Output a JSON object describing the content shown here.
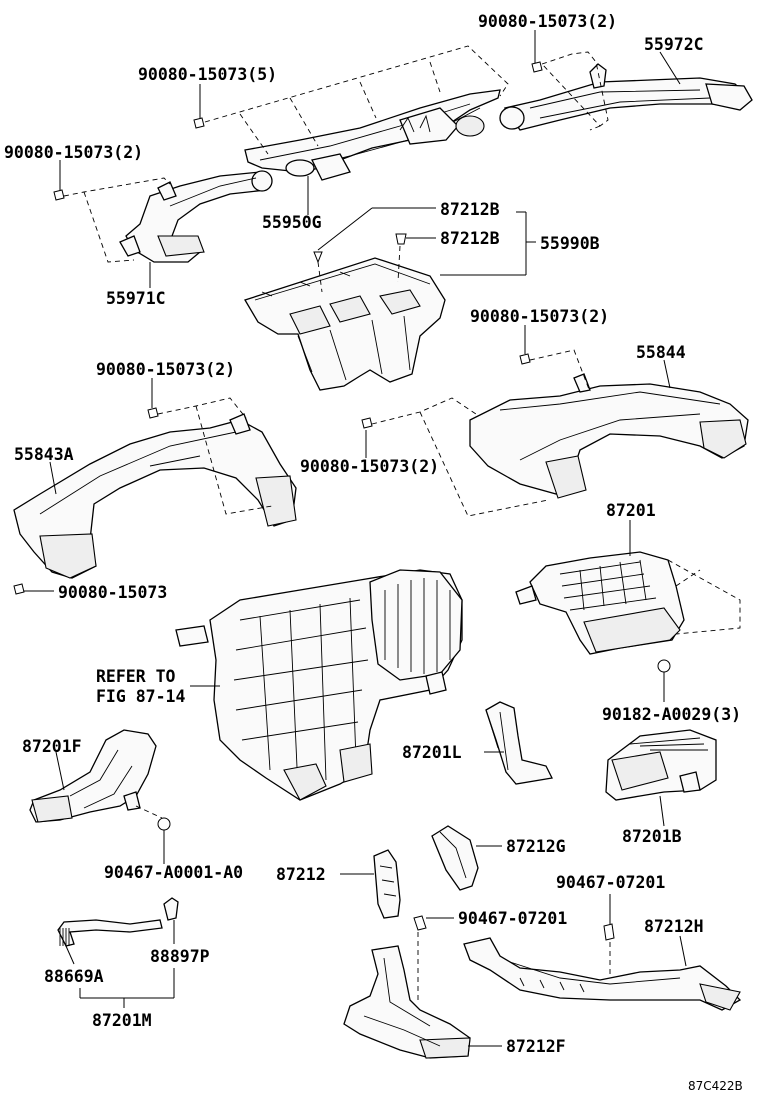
{
  "diagram_code": "87C422B",
  "labels": {
    "bolt_top_right": "90080-15073(2)",
    "duct_55972c": "55972C",
    "bolt_top_center": "90080-15073(5)",
    "bolt_top_left": "90080-15073(2)",
    "duct_55950g": "55950G",
    "clip_87212b_a": "87212B",
    "clip_87212b_b": "87212B",
    "register_55990b": "55990B",
    "duct_55971c": "55971C",
    "bolt_mid_right": "90080-15073(2)",
    "duct_55844": "55844",
    "bolt_mid_left": "90080-15073(2)",
    "duct_55843a": "55843A",
    "bolt_mid_center": "90080-15073(2)",
    "bolt_single": "90080-15073",
    "unit_87201": "87201",
    "refer_to_line1": "REFER TO",
    "refer_to_line2": "FIG 87-14",
    "nut_90182": "90182-A0029(3)",
    "duct_87201f": "87201F",
    "duct_87201l": "87201L",
    "duct_87201b": "87201B",
    "clip_90467_a0001": "90467-A0001-A0",
    "duct_87212g": "87212G",
    "duct_87212": "87212",
    "clip_90467_07201_a": "90467-07201",
    "clip_90467_07201_b": "90467-07201",
    "duct_87212h": "87212H",
    "hose_88669a": "88669A",
    "hose_88897p": "88897P",
    "assy_87201m": "87201M",
    "duct_87212f": "87212F"
  }
}
